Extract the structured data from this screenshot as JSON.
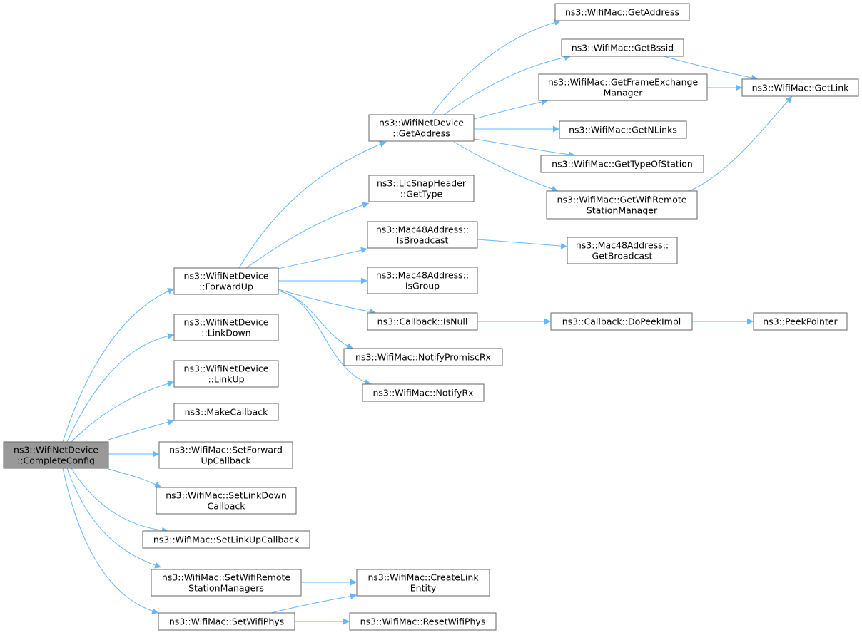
{
  "colors": {
    "edge": "#63b8ff",
    "node_border": "#666666",
    "node_fill": "#ffffff",
    "root_fill": "#999999"
  },
  "nodes": [
    {
      "id": "complete_config",
      "lines": [
        "ns3::WifiNetDevice",
        "::CompleteConfig"
      ],
      "root": true
    },
    {
      "id": "forward_up",
      "lines": [
        "ns3::WifiNetDevice",
        "::ForwardUp"
      ]
    },
    {
      "id": "link_down",
      "lines": [
        "ns3::WifiNetDevice",
        "::LinkDown"
      ]
    },
    {
      "id": "link_up",
      "lines": [
        "ns3::WifiNetDevice",
        "::LinkUp"
      ]
    },
    {
      "id": "make_callback",
      "lines": [
        "ns3::MakeCallback"
      ]
    },
    {
      "id": "set_forward_up_callback",
      "lines": [
        "ns3::WifiMac::SetForward",
        "UpCallback"
      ]
    },
    {
      "id": "set_link_down_callback",
      "lines": [
        "ns3::WifiMac::SetLinkDown",
        "Callback"
      ]
    },
    {
      "id": "set_link_up_callback",
      "lines": [
        "ns3::WifiMac::SetLinkUpCallback"
      ]
    },
    {
      "id": "set_wifi_remote_station_managers",
      "lines": [
        "ns3::WifiMac::SetWifiRemote",
        "StationManagers"
      ]
    },
    {
      "id": "set_wifi_phys",
      "lines": [
        "ns3::WifiMac::SetWifiPhys"
      ]
    },
    {
      "id": "net_get_address",
      "lines": [
        "ns3::WifiNetDevice",
        "::GetAddress"
      ]
    },
    {
      "id": "llc_get_type",
      "lines": [
        "ns3::LlcSnapHeader",
        "::GetType"
      ]
    },
    {
      "id": "is_broadcast",
      "lines": [
        "ns3::Mac48Address::",
        "IsBroadcast"
      ]
    },
    {
      "id": "is_group",
      "lines": [
        "ns3::Mac48Address::",
        "IsGroup"
      ]
    },
    {
      "id": "callback_is_null",
      "lines": [
        "ns3::Callback::IsNull"
      ]
    },
    {
      "id": "notify_promisc_rx",
      "lines": [
        "ns3::WifiMac::NotifyPromiscRx"
      ]
    },
    {
      "id": "notify_rx",
      "lines": [
        "ns3::WifiMac::NotifyRx"
      ]
    },
    {
      "id": "create_link_entity",
      "lines": [
        "ns3::WifiMac::CreateLink",
        "Entity"
      ]
    },
    {
      "id": "reset_wifi_phys",
      "lines": [
        "ns3::WifiMac::ResetWifiPhys"
      ]
    },
    {
      "id": "mac_get_address",
      "lines": [
        "ns3::WifiMac::GetAddress"
      ]
    },
    {
      "id": "get_bssid",
      "lines": [
        "ns3::WifiMac::GetBssid"
      ]
    },
    {
      "id": "get_frame_exchange_manager",
      "lines": [
        "ns3::WifiMac::GetFrameExchange",
        "Manager"
      ]
    },
    {
      "id": "get_n_links",
      "lines": [
        "ns3::WifiMac::GetNLinks"
      ]
    },
    {
      "id": "get_type_of_station",
      "lines": [
        "ns3::WifiMac::GetTypeOfStation"
      ]
    },
    {
      "id": "get_wifi_remote_station_manager",
      "lines": [
        "ns3::WifiMac::GetWifiRemote",
        "StationManager"
      ]
    },
    {
      "id": "get_broadcast",
      "lines": [
        "ns3::Mac48Address::",
        "GetBroadcast"
      ]
    },
    {
      "id": "do_peek_impl",
      "lines": [
        "ns3::Callback::DoPeekImpl"
      ]
    },
    {
      "id": "get_link",
      "lines": [
        "ns3::WifiMac::GetLink"
      ]
    },
    {
      "id": "peek_pointer",
      "lines": [
        "ns3::PeekPointer"
      ]
    }
  ],
  "edges": [
    [
      "complete_config",
      "forward_up"
    ],
    [
      "complete_config",
      "link_down"
    ],
    [
      "complete_config",
      "link_up"
    ],
    [
      "complete_config",
      "make_callback"
    ],
    [
      "complete_config",
      "set_forward_up_callback"
    ],
    [
      "complete_config",
      "set_link_down_callback"
    ],
    [
      "complete_config",
      "set_link_up_callback"
    ],
    [
      "complete_config",
      "set_wifi_remote_station_managers"
    ],
    [
      "complete_config",
      "set_wifi_phys"
    ],
    [
      "forward_up",
      "net_get_address"
    ],
    [
      "forward_up",
      "llc_get_type"
    ],
    [
      "forward_up",
      "is_broadcast"
    ],
    [
      "forward_up",
      "is_group"
    ],
    [
      "forward_up",
      "callback_is_null"
    ],
    [
      "forward_up",
      "notify_promisc_rx"
    ],
    [
      "forward_up",
      "notify_rx"
    ],
    [
      "net_get_address",
      "mac_get_address"
    ],
    [
      "net_get_address",
      "get_bssid"
    ],
    [
      "net_get_address",
      "get_frame_exchange_manager"
    ],
    [
      "net_get_address",
      "get_n_links"
    ],
    [
      "net_get_address",
      "get_type_of_station"
    ],
    [
      "net_get_address",
      "get_wifi_remote_station_manager"
    ],
    [
      "get_bssid",
      "get_link"
    ],
    [
      "get_frame_exchange_manager",
      "get_link"
    ],
    [
      "get_wifi_remote_station_manager",
      "get_link"
    ],
    [
      "is_broadcast",
      "get_broadcast"
    ],
    [
      "callback_is_null",
      "do_peek_impl"
    ],
    [
      "do_peek_impl",
      "peek_pointer"
    ],
    [
      "set_wifi_remote_station_managers",
      "create_link_entity"
    ],
    [
      "set_wifi_phys",
      "create_link_entity"
    ],
    [
      "set_wifi_phys",
      "reset_wifi_phys"
    ]
  ]
}
